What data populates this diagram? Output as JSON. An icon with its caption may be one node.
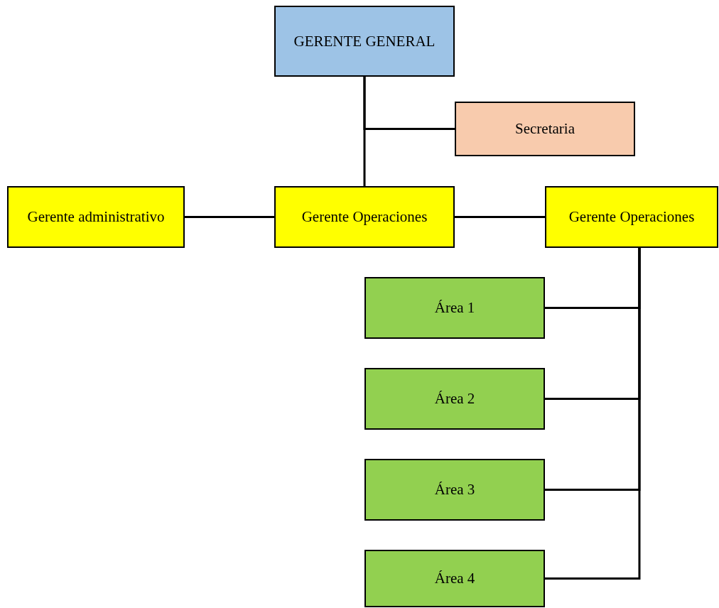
{
  "diagram": {
    "nodes": [
      {
        "text": [
          "GERENTE GENERAL"
        ]
      },
      {
        "text": [
          "Secretaria"
        ]
      },
      {
        "text": [
          "Gerente administrativo"
        ]
      },
      {
        "text": [
          "Gerente Operaciones"
        ]
      },
      {
        "text": [
          "Gerente Operaciones"
        ]
      },
      {
        "text": [
          "Área 1"
        ]
      },
      {
        "text": [
          "Área 2"
        ]
      },
      {
        "text": [
          "Área 3"
        ]
      },
      {
        "text": [
          "Área 4"
        ]
      }
    ],
    "edges": [
      {
        "from": 0,
        "to": 3,
        "arrow": "none"
      },
      {
        "from": 0,
        "to": 1,
        "arrow": "none"
      },
      {
        "from": 3,
        "to": 2,
        "arrow": "none"
      },
      {
        "from": 3,
        "to": 4,
        "arrow": "none"
      },
      {
        "from": 4,
        "to": 5,
        "arrow": "none"
      },
      {
        "from": 4,
        "to": 6,
        "arrow": "none"
      },
      {
        "from": 4,
        "to": 7,
        "arrow": "none"
      },
      {
        "from": 4,
        "to": 8,
        "arrow": "none"
      }
    ]
  }
}
